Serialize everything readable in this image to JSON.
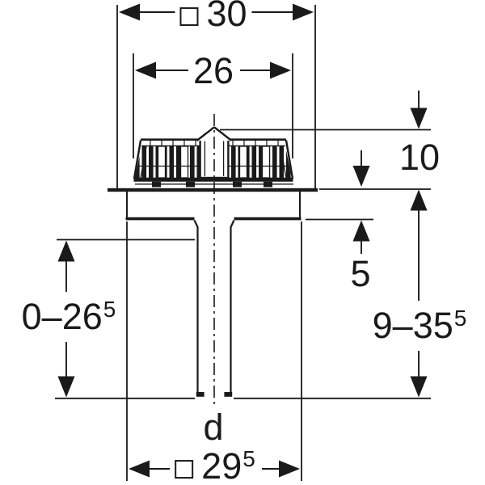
{
  "drawing": {
    "type": "technical-dimension-drawing",
    "subject": "roof-outlet-with-strainer-cap-flange-and-drain-pipe",
    "colors": {
      "ink": "#1a1a1a",
      "background": "#ffffff"
    },
    "labels": {
      "dim_top": {
        "symbol": "square-symbol",
        "value": "30"
      },
      "dim_grate": {
        "value": "26"
      },
      "dim_cap_height": {
        "value": "10"
      },
      "dim_flange": {
        "value": "5"
      },
      "dim_right_range": {
        "value": "9–35",
        "sup": "5"
      },
      "dim_left_range": {
        "value": "0–26",
        "sup": "5"
      },
      "dim_pipe": {
        "value": "d"
      },
      "dim_bottom": {
        "symbol": "square-symbol",
        "value": "29",
        "sup": "5"
      }
    }
  }
}
